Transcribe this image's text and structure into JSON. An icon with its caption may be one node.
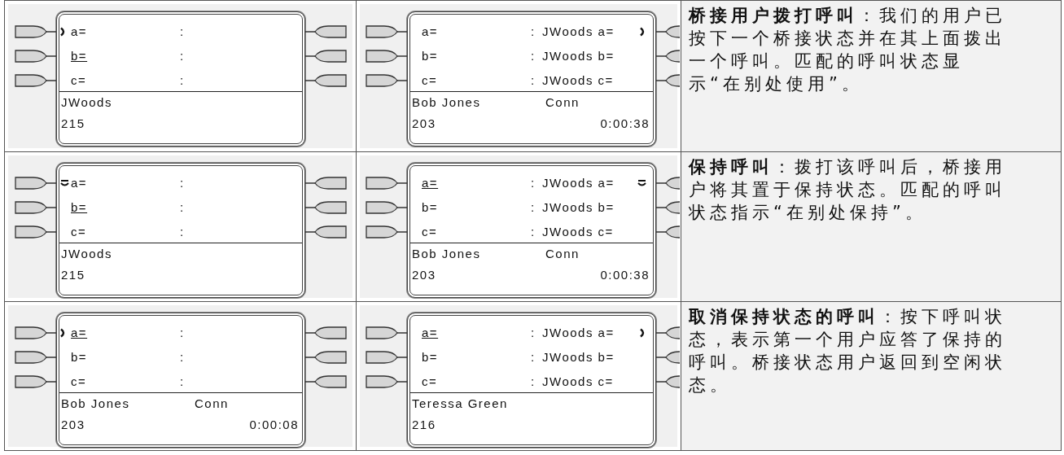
{
  "diagram": {
    "nodes": [
      {
        "text": [
          "a=",
          ":",
          "b=",
          ":",
          "c=",
          ":",
          "JWoods",
          "215"
        ]
      },
      {
        "text": [
          "a=",
          ":",
          "JWoods a=",
          "b=",
          ":",
          "JWoods b=",
          "c=",
          ":",
          "JWoods c=",
          "Bob Jones",
          "Conn",
          "203",
          "0:00:38"
        ]
      },
      {
        "text": [
          "a=",
          ":",
          "b=",
          ":",
          "c=",
          ":",
          "JWoods",
          "215"
        ]
      },
      {
        "text": [
          "a=",
          ":",
          "JWoods a=",
          "b=",
          ":",
          "JWoods b=",
          "c=",
          ":",
          "JWoods c=",
          "Bob Jones",
          "Conn",
          "203",
          "0:00:38"
        ]
      },
      {
        "text": [
          "a=",
          ":",
          "b=",
          ":",
          "c=",
          ":",
          "Bob Jones",
          "Conn",
          "203",
          "0:00:08"
        ]
      },
      {
        "text": [
          "a=",
          ":",
          "JWoods a=",
          "b=",
          ":",
          "JWoods b=",
          "c=",
          ":",
          "JWoods c=",
          "Teressa Green",
          "216"
        ]
      }
    ],
    "labels": [
      "**桥接用户拨打呼叫**：我们的用户已按下一个桥接状态并在其上面拨出一个呼叫。匹配的呼叫状态显示“在别处使用”。",
      "**保持呼叫**：拨打该呼叫后，桥接用户将其置于保持状态。匹配的呼叫状态指示“在别处保持”。",
      "**取消保持状态的呼叫**：按下呼叫状态，表示第一个用户应答了保持的呼叫。桥接状态用户返回到空闲状态。"
    ]
  }
}
